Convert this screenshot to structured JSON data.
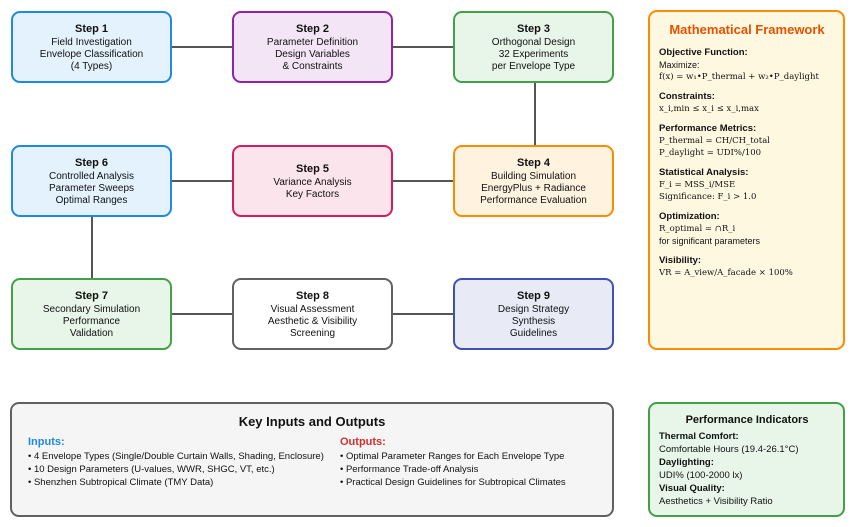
{
  "steps": [
    {
      "id": "step-1",
      "title": "Step 1",
      "lines": [
        "Field Investigation",
        "Envelope Classification",
        "(4 Types)"
      ],
      "color": "#1e88e5"
    },
    {
      "id": "step-2",
      "title": "Step 2",
      "lines": [
        "Parameter Definition",
        "Design Variables",
        "& Constraints"
      ],
      "color": "#8e24aa"
    },
    {
      "id": "step-3",
      "title": "Step 3",
      "lines": [
        "Orthogonal Design",
        "32 Experiments",
        "per Envelope Type"
      ],
      "color": "#43a047"
    },
    {
      "id": "step-4",
      "title": "Step 4",
      "lines": [
        "Building Simulation",
        "EnergyPlus + Radiance",
        "Performance Evaluation"
      ],
      "color": "#fb8c00"
    },
    {
      "id": "step-5",
      "title": "Step 5",
      "lines": [
        "Variance Analysis",
        "Key Factors"
      ],
      "color": "#d81b60"
    },
    {
      "id": "step-6",
      "title": "Step 6",
      "lines": [
        "Controlled Analysis",
        "Parameter Sweeps",
        "Optimal Ranges"
      ],
      "color": "#1e88e5"
    },
    {
      "id": "step-7",
      "title": "Step 7",
      "lines": [
        "Secondary Simulation",
        "Performance",
        "Validation"
      ],
      "color": "#43a047"
    },
    {
      "id": "step-8",
      "title": "Step 8",
      "lines": [
        "Visual Assessment",
        "Aesthetic & Visibility",
        "Screening"
      ],
      "color": "#616161"
    },
    {
      "id": "step-9",
      "title": "Step 9",
      "lines": [
        "Design Strategy",
        "Synthesis",
        "Guidelines"
      ],
      "color": "#3f51b5"
    }
  ],
  "math": {
    "title": "Mathematical Framework",
    "objective": {
      "heading": "Objective Function:",
      "text": "Maximize:",
      "formula": "f(x) = w₁•P_thermal + w₂•P_daylight"
    },
    "constraints": {
      "heading": "Constraints:",
      "formula": "x_i,min ≤ x_i ≤ x_i,max"
    },
    "metrics": {
      "heading": "Performance Metrics:",
      "f1": "P_thermal = CH/CH_total",
      "f2": "P_daylight = UDI%/100"
    },
    "statistical": {
      "heading": "Statistical Analysis:",
      "f1": "F_i = MSS_i/MSE",
      "f2": "Significance: F_i > 1.0"
    },
    "optimization": {
      "heading": "Optimization:",
      "formula": "R_optimal = ∩R_i",
      "text": "for significant parameters"
    },
    "visibility": {
      "heading": "Visibility:",
      "formula": "VR = A_view/A_facade × 100%"
    }
  },
  "io": {
    "title": "Key Inputs and Outputs",
    "inputs": {
      "heading": "Inputs:",
      "items": [
        "• 4 Envelope Types (Single/Double Curtain Walls, Shading, Enclosure)",
        "• 10 Design Parameters (U-values, WWR, SHGC, VT, etc.)",
        "• Shenzhen Subtropical Climate (TMY Data)"
      ]
    },
    "outputs": {
      "heading": "Outputs:",
      "items": [
        "• Optimal Parameter Ranges for Each Envelope Type",
        "• Performance Trade-off Analysis",
        "• Practical Design Guidelines for Subtropical Climates"
      ]
    }
  },
  "perf": {
    "title": "Performance Indicators",
    "thermal": {
      "heading": "Thermal Comfort:",
      "text": "Comfortable Hours (19.4-26.1°C)"
    },
    "daylighting": {
      "heading": "Daylighting:",
      "text": "UDI% (100-2000 lx)"
    },
    "visual": {
      "heading": "Visual Quality:",
      "text": "Aesthetics + Visibility Ratio"
    }
  }
}
